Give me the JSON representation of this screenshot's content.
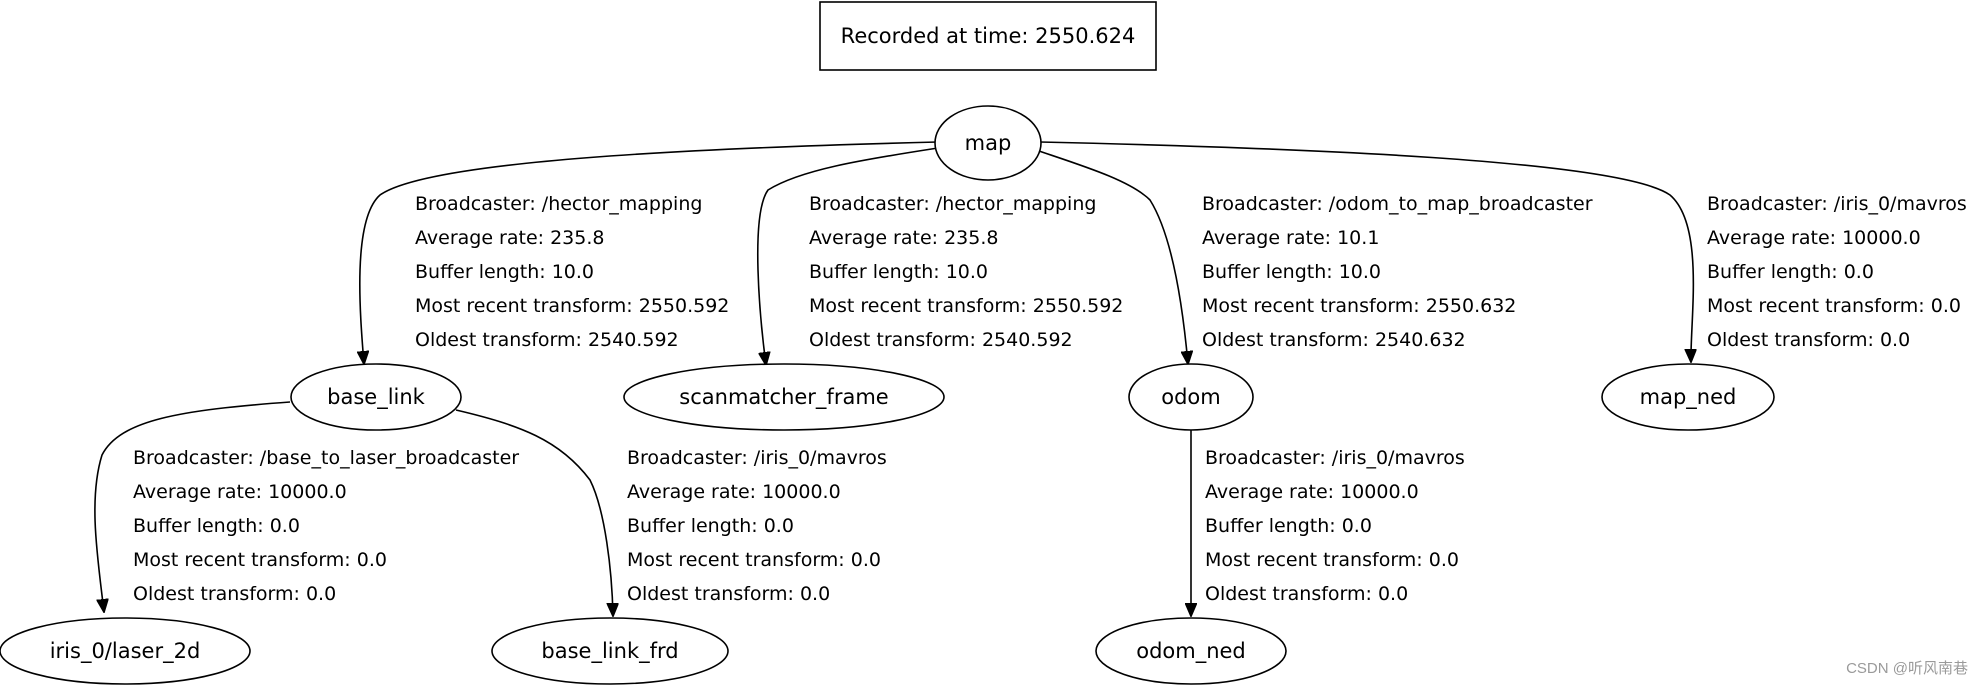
{
  "title": "Recorded at time: 2550.624",
  "watermark": "CSDN @听风南巷",
  "nodes": {
    "map": "map",
    "base_link": "base_link",
    "scanmatcher_frame": "scanmatcher_frame",
    "odom": "odom",
    "map_ned": "map_ned",
    "iris_laser": "iris_0/laser_2d",
    "base_link_frd": "base_link_frd",
    "odom_ned": "odom_ned"
  },
  "edges": {
    "map_base_link": {
      "broadcaster": "Broadcaster: /hector_mapping",
      "average_rate": "Average rate: 235.8",
      "buffer_length": "Buffer length: 10.0",
      "most_recent": "Most recent transform: 2550.592",
      "oldest": "Oldest transform: 2540.592"
    },
    "map_scanmatcher": {
      "broadcaster": "Broadcaster: /hector_mapping",
      "average_rate": "Average rate: 235.8",
      "buffer_length": "Buffer length: 10.0",
      "most_recent": "Most recent transform: 2550.592",
      "oldest": "Oldest transform: 2540.592"
    },
    "map_odom": {
      "broadcaster": "Broadcaster: /odom_to_map_broadcaster",
      "average_rate": "Average rate: 10.1",
      "buffer_length": "Buffer length: 10.0",
      "most_recent": "Most recent transform: 2550.632",
      "oldest": "Oldest transform: 2540.632"
    },
    "map_map_ned": {
      "broadcaster": "Broadcaster: /iris_0/mavros",
      "average_rate": "Average rate: 10000.0",
      "buffer_length": "Buffer length: 0.0",
      "most_recent": "Most recent transform: 0.0",
      "oldest": "Oldest transform: 0.0"
    },
    "base_link_laser": {
      "broadcaster": "Broadcaster: /base_to_laser_broadcaster",
      "average_rate": "Average rate: 10000.0",
      "buffer_length": "Buffer length: 0.0",
      "most_recent": "Most recent transform: 0.0",
      "oldest": "Oldest transform: 0.0"
    },
    "base_link_frd": {
      "broadcaster": "Broadcaster: /iris_0/mavros",
      "average_rate": "Average rate: 10000.0",
      "buffer_length": "Buffer length: 0.0",
      "most_recent": "Most recent transform: 0.0",
      "oldest": "Oldest transform: 0.0"
    },
    "odom_odom_ned": {
      "broadcaster": "Broadcaster: /iris_0/mavros",
      "average_rate": "Average rate: 10000.0",
      "buffer_length": "Buffer length: 0.0",
      "most_recent": "Most recent transform: 0.0",
      "oldest": "Oldest transform: 0.0"
    }
  }
}
